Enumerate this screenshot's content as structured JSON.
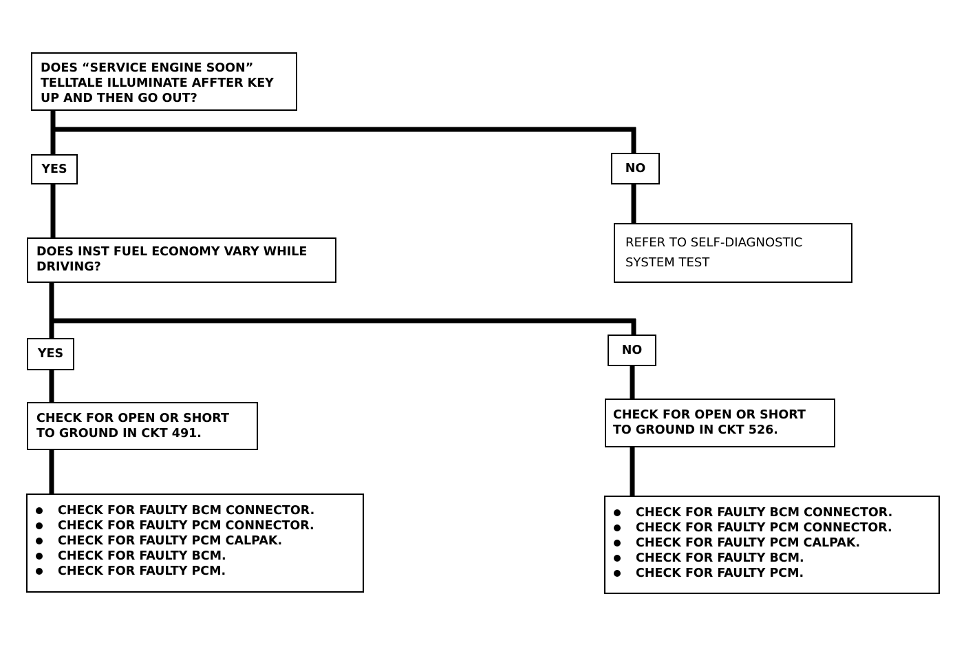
{
  "flowchart": {
    "q1": {
      "text": "DOES “SERVICE ENGINE SOON”\nTELLTALE ILLUMINATE AFFTER KEY\nUP AND THEN GO OUT?"
    },
    "q1_yes": "YES",
    "q1_no": "NO",
    "refer": {
      "text": "REFER TO SELF-DIAGNOSTIC\nSYSTEM TEST"
    },
    "q2": {
      "text": "DOES INST FUEL ECONOMY VARY WHILE\nDRIVING?"
    },
    "q2_yes": "YES",
    "q2_no": "NO",
    "ckt491": {
      "text": "CHECK FOR OPEN OR SHORT\nTO GROUND IN CKT 491."
    },
    "ckt526": {
      "text": "CHECK FOR OPEN OR SHORT\nTO GROUND IN CKT 526."
    },
    "checks_left": [
      "CHECK FOR FAULTY BCM CONNECTOR.",
      "CHECK FOR FAULTY PCM CONNECTOR.",
      "CHECK FOR FAULTY PCM CALPAK.",
      "CHECK FOR FAULTY BCM.",
      "CHECK FOR FAULTY PCM."
    ],
    "checks_right": [
      "CHECK FOR FAULTY BCM CONNECTOR.",
      "CHECK FOR FAULTY PCM CONNECTOR.",
      "CHECK FOR FAULTY PCM CALPAK.",
      "CHECK FOR FAULTY BCM.",
      "CHECK FOR FAULTY PCM."
    ]
  }
}
